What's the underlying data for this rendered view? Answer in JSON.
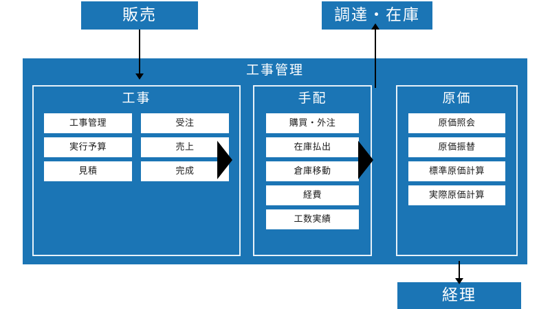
{
  "diagram": {
    "title": "工事管理",
    "external_boxes": [
      {
        "id": "sales",
        "label": "販売"
      },
      {
        "id": "procurement",
        "label": "調達・在庫"
      },
      {
        "id": "accounting",
        "label": "経理"
      }
    ],
    "groups": [
      {
        "title": "工事",
        "items": [
          "工事管理",
          "受注",
          "実行予算",
          "売上",
          "見積",
          "完成"
        ]
      },
      {
        "title": "手配",
        "items": [
          "購買・外注",
          "在庫払出",
          "倉庫移動",
          "経費",
          "工数実績"
        ]
      },
      {
        "title": "原価",
        "items": [
          "原価照会",
          "原価振替",
          "標準原価計算",
          "実際原価計算"
        ]
      }
    ],
    "colors": {
      "brand_blue": "#1b75b5",
      "box_white": "#ffffff",
      "arrow_black": "#000000",
      "border_light": "#e8f2f9"
    }
  }
}
